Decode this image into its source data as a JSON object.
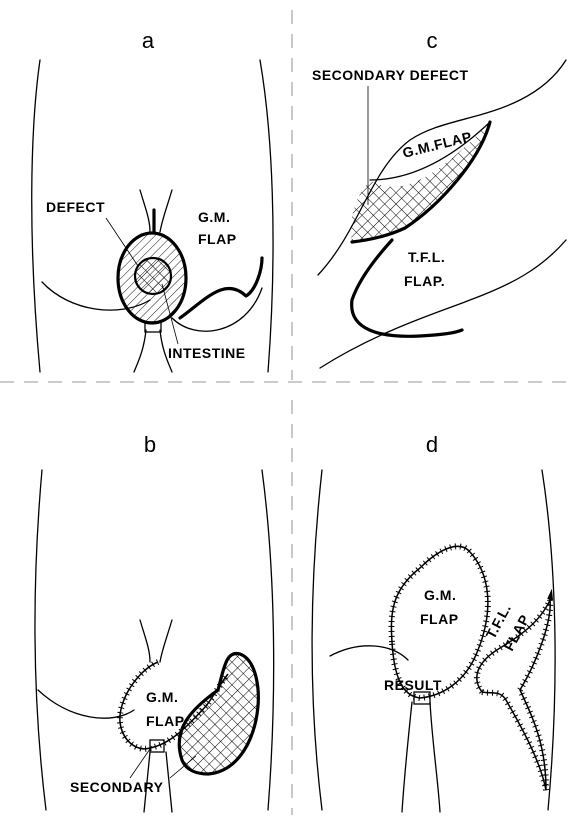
{
  "panels": {
    "a": {
      "letter": "a",
      "labels": {
        "defect": "DEFECT",
        "gm_flap_line1": "G.M.",
        "gm_flap_line2": "FLAP",
        "intestine": "INTESTINE"
      }
    },
    "c": {
      "letter": "c",
      "labels": {
        "secondary_defect": "SECONDARY DEFECT",
        "gm_flap": "G.M.FLAP",
        "tfl_flap_line1": "T.F.L.",
        "tfl_flap_line2": "FLAP."
      }
    },
    "b": {
      "letter": "b",
      "labels": {
        "gm_flap_line1": "G.M.",
        "gm_flap_line2": "FLAP",
        "secondary": "SECONDARY"
      }
    },
    "d": {
      "letter": "d",
      "labels": {
        "gm_flap_line1": "G.M.",
        "gm_flap_line2": "FLAP",
        "tfl_flap_line1": "T.F.L.",
        "tfl_flap_line2": "FLAP",
        "result": "RESULT"
      }
    }
  },
  "colors": {
    "ink": "#000000",
    "background": "#ffffff"
  }
}
